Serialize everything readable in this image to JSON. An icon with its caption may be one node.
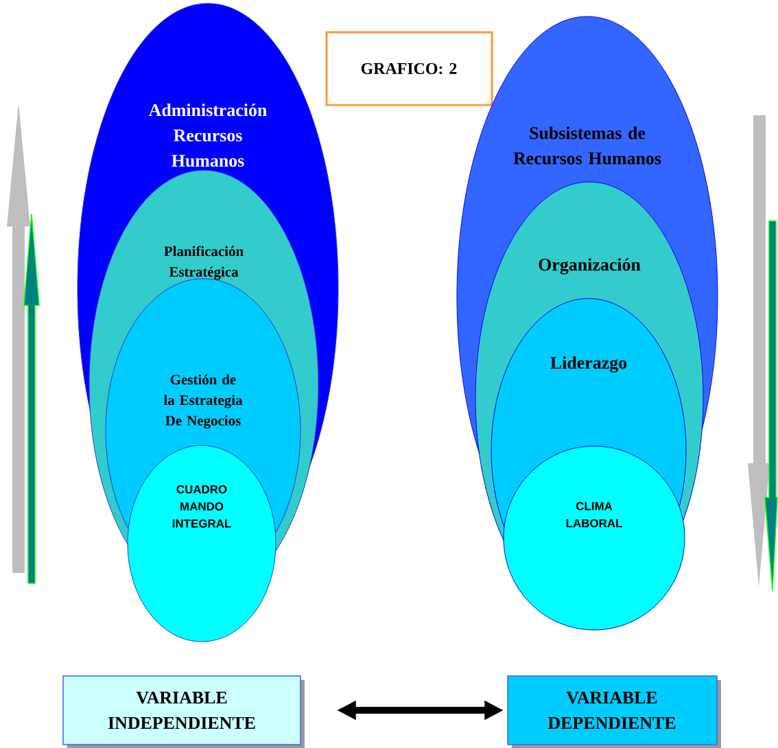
{
  "diagram": {
    "nodes": [
      {
        "text": [
          "GRAFICO: 2"
        ]
      },
      {
        "text": [
          "Administración Recursos Humanos"
        ]
      },
      {
        "text": [
          "Planificación Estratégica"
        ],
        "in": 1
      },
      {
        "text": [
          "Gestión de la Estrategia De Negocios"
        ],
        "in": 2
      },
      {
        "text": [
          "CUADRO MANDO INTEGRAL"
        ]
      },
      {
        "text": [
          "Subsistemas de Recursos Humanos"
        ]
      },
      {
        "text": [
          "Organización"
        ],
        "in": 5
      },
      {
        "text": [
          "Liderazgo"
        ],
        "in": 6
      },
      {
        "text": [
          "CLIMA LABORAL"
        ]
      },
      {
        "text": [
          "VARIABLE INDEPENDIENTE"
        ]
      },
      {
        "text": [
          "VARIABLE DEPENDIENTE"
        ]
      }
    ],
    "edges": [
      {
        "from": 9,
        "to": 10,
        "arrow": "both"
      }
    ]
  }
}
